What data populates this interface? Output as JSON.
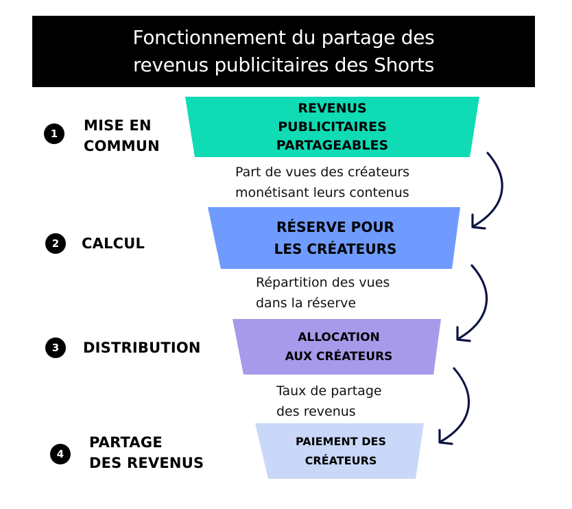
{
  "title": {
    "line1": "Fonctionnement du partage des",
    "line2": "revenus publicitaires des Shorts"
  },
  "steps": [
    {
      "number": "1",
      "label_lines": [
        "MISE EN",
        "COMMUN"
      ]
    },
    {
      "number": "2",
      "label_lines": [
        "CALCUL"
      ]
    },
    {
      "number": "3",
      "label_lines": [
        "DISTRIBUTION"
      ]
    },
    {
      "number": "4",
      "label_lines": [
        "PARTAGE",
        "DES REVENUS"
      ]
    }
  ],
  "funnel": [
    {
      "lines": [
        "REVENUS",
        "PUBLICITAIRES",
        "PARTAGEABLES"
      ],
      "color": "#0fdbb5"
    },
    {
      "lines": [
        "RÉSERVE POUR",
        "LES CRÉATEURS"
      ],
      "color": "#6f9bff"
    },
    {
      "lines": [
        "ALLOCATION",
        "AUX CRÉATEURS"
      ],
      "color": "#a89aeb"
    },
    {
      "lines": [
        "PAIEMENT DES",
        "CRÉATEURS"
      ],
      "color": "#c9d8f8"
    }
  ],
  "transitions": [
    {
      "lines": [
        "Part de vues des créateurs",
        "monétisant leurs contenus"
      ]
    },
    {
      "lines": [
        "Répartition des vues",
        "dans la réserve"
      ]
    },
    {
      "lines": [
        "Taux de partage",
        "des revenus"
      ]
    }
  ],
  "colors": {
    "arrow": "#0d1442",
    "title_bg": "#000000",
    "title_fg": "#ffffff"
  }
}
